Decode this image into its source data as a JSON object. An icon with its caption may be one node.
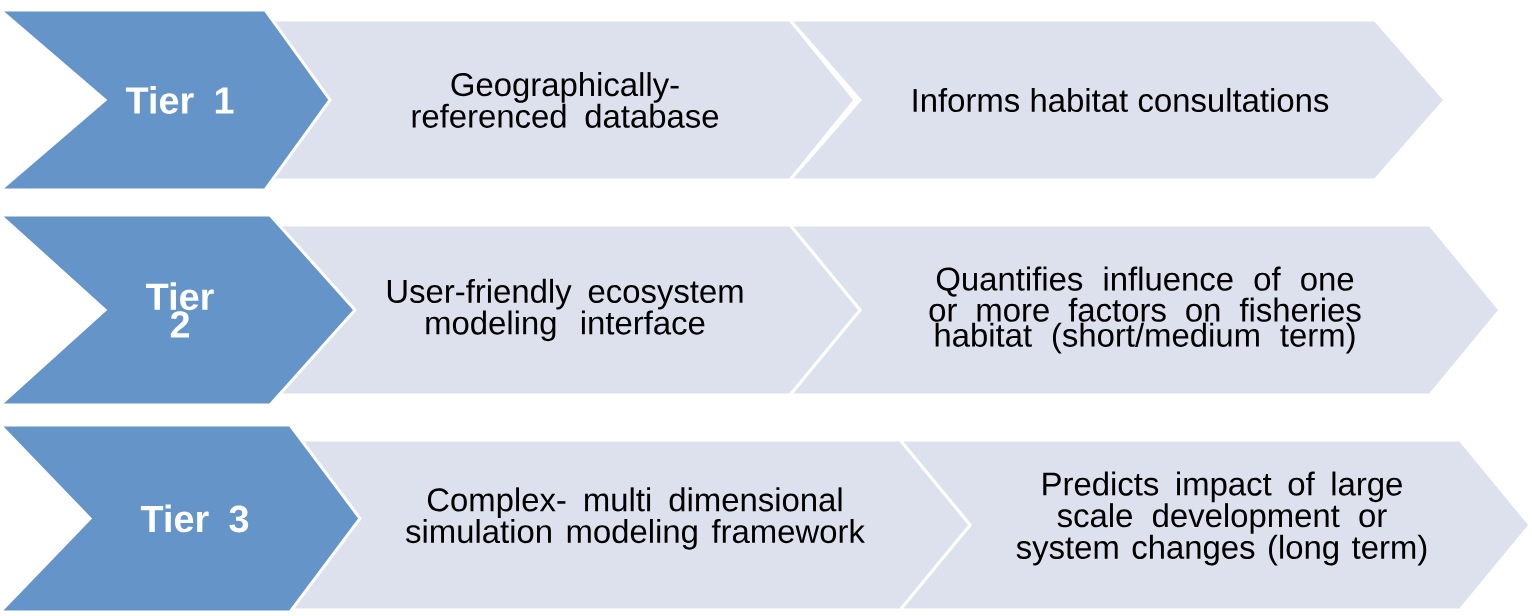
{
  "diagram": {
    "nodes": [
      {
        "text": [
          "Tier 1"
        ]
      },
      {
        "text": [
          "Geographically- referenced database"
        ]
      },
      {
        "text": [
          "Informs habitat consultations"
        ]
      },
      {
        "text": [
          "Tier 2"
        ]
      },
      {
        "text": [
          "User-friendly ecosystem modeling interface"
        ]
      },
      {
        "text": [
          "Quantifies influence of one or more factors on fisheries habitat (short/medium term)"
        ]
      },
      {
        "text": [
          "Tier 3"
        ]
      },
      {
        "text": [
          "Complex- multi dimensional simulation modeling framework"
        ]
      },
      {
        "text": [
          "Predicts impact of large scale development or system changes (long term)"
        ]
      }
    ]
  }
}
